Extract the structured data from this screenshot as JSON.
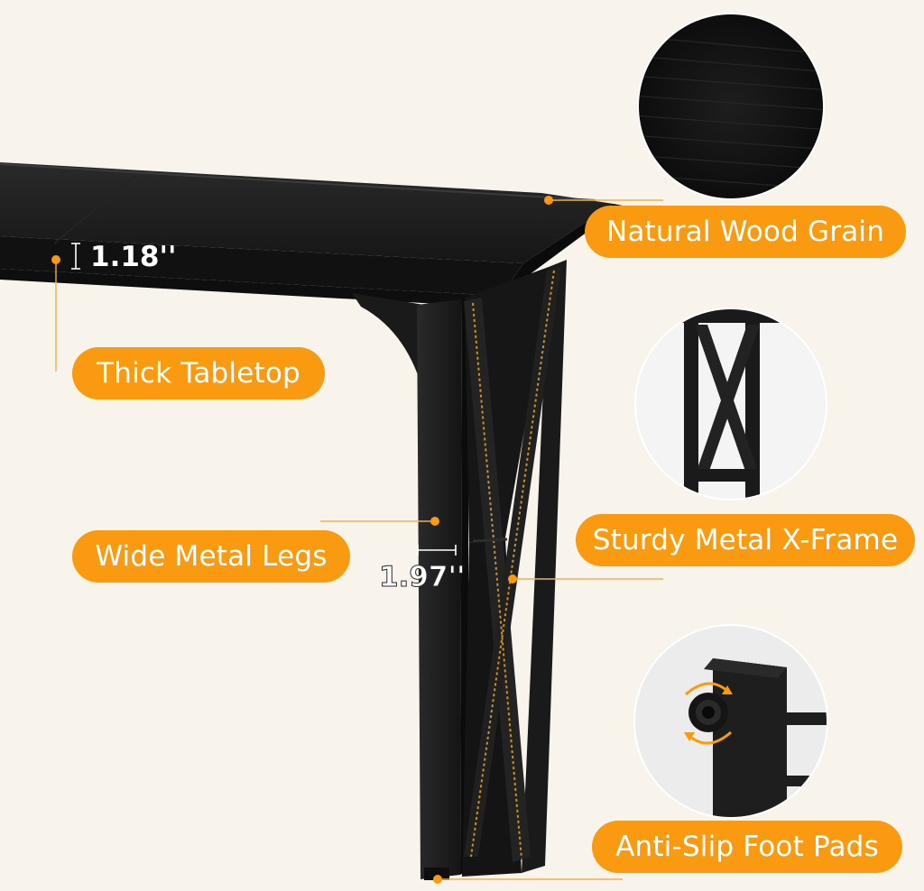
{
  "labels": {
    "wood_grain": "Natural Wood Grain",
    "tabletop": "Thick Tabletop",
    "x_frame": "Sturdy Metal X-Frame",
    "legs": "Wide Metal Legs",
    "foot_pads": "Anti-Slip Foot Pads"
  },
  "dimensions": {
    "thickness": "1.18''",
    "leg_width": "1.97''"
  },
  "colors": {
    "accent": "#f99a10",
    "background": "#f8f4ec",
    "metal": "#1c1c1c"
  }
}
